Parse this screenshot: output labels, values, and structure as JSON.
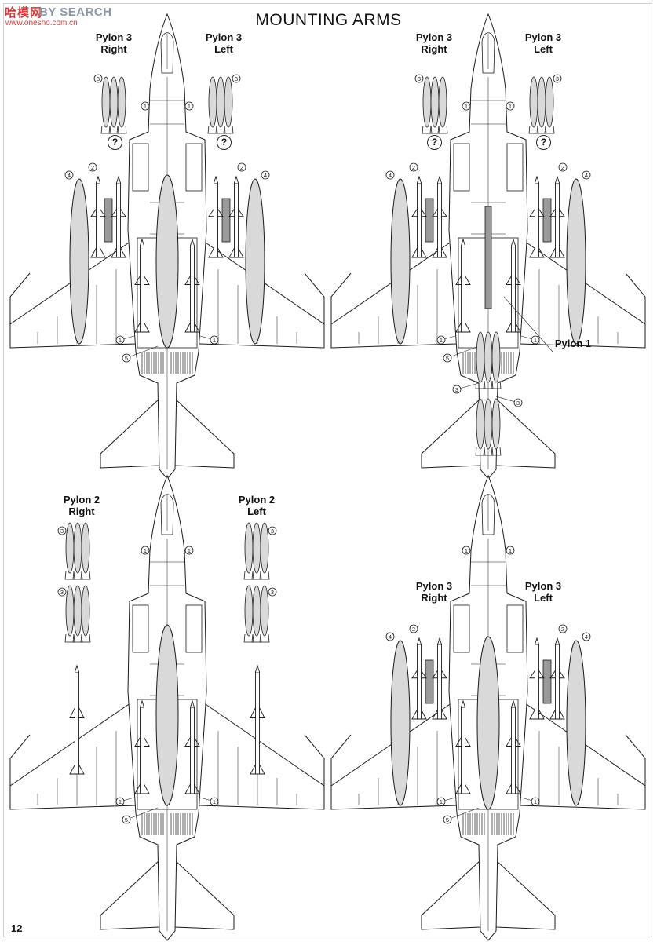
{
  "header": {
    "title": "MOUNTING ARMS"
  },
  "watermark": {
    "cn": "哈模网",
    "en": "BY SEARCH",
    "url": "www.onesho.com.cn"
  },
  "footer": {
    "page_number": "12"
  },
  "panels": {
    "top_left": {
      "labels": {
        "pylon3_right_line1": "Pylon 3",
        "pylon3_right_line2": "Right",
        "pylon3_left_line1": "Pylon 3",
        "pylon3_left_line2": "Left"
      },
      "question_mark": "?"
    },
    "top_right": {
      "labels": {
        "pylon3_right_line1": "Pylon 3",
        "pylon3_right_line2": "Right",
        "pylon3_left_line1": "Pylon 3",
        "pylon3_left_line2": "Left",
        "pylon1": "Pylon 1"
      },
      "question_mark": "?"
    },
    "bottom_left": {
      "labels": {
        "pylon2_right_line1": "Pylon 2",
        "pylon2_right_line2": "Right",
        "pylon2_left_line1": "Pylon 2",
        "pylon2_left_line2": "Left"
      }
    },
    "bottom_right": {
      "labels": {
        "pylon3_right_line1": "Pylon 3",
        "pylon3_right_line2": "Right",
        "pylon3_left_line1": "Pylon 3",
        "pylon3_left_line2": "Left"
      }
    }
  },
  "callout_numbers": {
    "one": "1",
    "two": "2",
    "three": "3",
    "four": "4",
    "five": "5"
  },
  "colors": {
    "line": "#1a1a1a",
    "store_fill": "#d9d9d9",
    "store_dark": "#9a9a9a"
  }
}
